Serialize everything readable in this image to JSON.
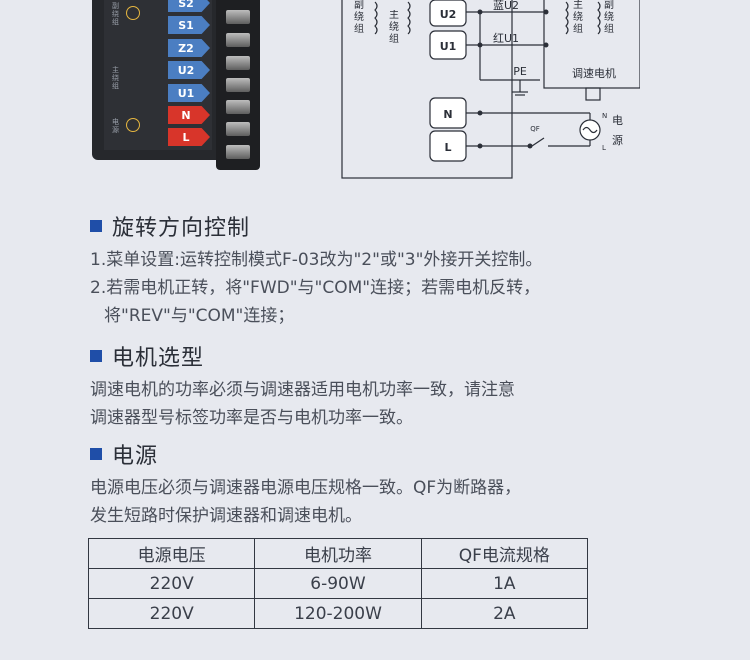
{
  "device": {
    "pins": [
      "S2",
      "S1",
      "Z2",
      "U2",
      "U1",
      "N",
      "L"
    ],
    "side_labels": [
      "副绕组",
      "主绕组",
      "电源"
    ]
  },
  "diagram": {
    "terminal_u2": "U2",
    "terminal_u1": "U1",
    "terminal_n": "N",
    "terminal_l": "L",
    "wire_blue": "蓝U2",
    "wire_red": "红U1",
    "pe": "PE",
    "motor_label": "调速电机",
    "aux_winding_left": "副绕组",
    "main_winding_left": "主绕组",
    "main_winding_right": "主绕组",
    "aux_winding_right": "副绕组",
    "qf": "QF",
    "source_n": "N",
    "source_l": "L",
    "power_label_1": "电",
    "power_label_2": "源"
  },
  "sections": {
    "rotation": {
      "title": "旋转方向控制",
      "line1": "1.菜单设置:运转控制模式F-03改为\"2\"或\"3\"外接开关控制。",
      "line2": "2.若需电机正转，将\"FWD\"与\"COM\"连接；若需电机反转，",
      "line3": "将\"REV\"与\"COM\"连接；"
    },
    "motor": {
      "title": "电机选型",
      "line1": "调速电机的功率必须与调速器适用电机功率一致，请注意",
      "line2": "调速器型号标签功率是否与电机功率一致。"
    },
    "power": {
      "title": "电源",
      "line1": "电源电压必须与调速器电源电压规格一致。QF为断路器，",
      "line2": "发生短路时保护调速器和调速电机。"
    }
  },
  "table": {
    "headers": [
      "电源电压",
      "电机功率",
      "QF电流规格"
    ],
    "rows": [
      [
        "220V",
        "6-90W",
        "1A"
      ],
      [
        "220V",
        "120-200W",
        "2A"
      ]
    ]
  },
  "colors": {
    "accent_square": "#1f4ea8",
    "pin_blue": "#4b7ec2",
    "pin_red": "#d8352a",
    "background": "#e7e9ef"
  }
}
